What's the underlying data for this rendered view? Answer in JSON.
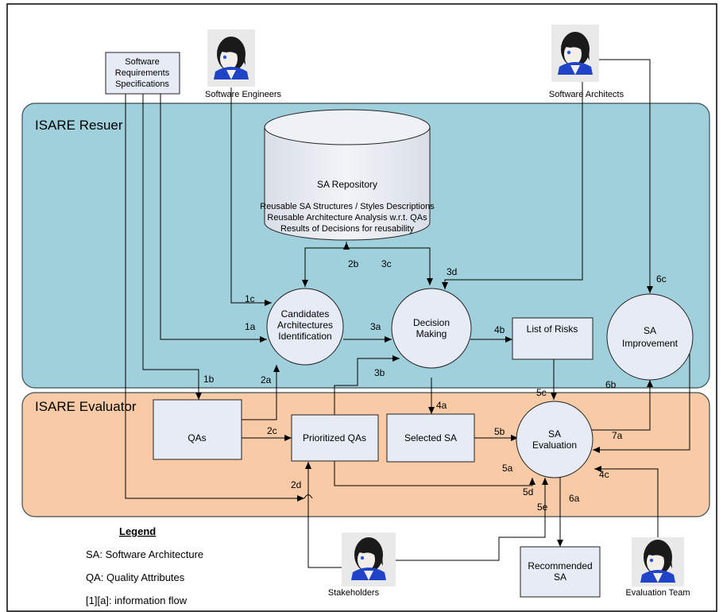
{
  "regions": {
    "reuser": "ISARE Resuer",
    "evaluator": "ISARE Evaluator"
  },
  "actors": {
    "software_engineers": "Software Engineers",
    "software_architects": "Software Architects",
    "stakeholders": "Stakeholders",
    "evaluation_team": "Evaluation Team"
  },
  "nodes": {
    "srs": [
      "Software",
      "Requirements",
      "Specifications"
    ],
    "repository": {
      "title": "SA Repository",
      "lines": [
        "Reusable SA Structures / Styles Descriptions",
        "Reusable Architecture Analysis w.r.t. QAs",
        "Results of Decisions for reusability"
      ]
    },
    "candidates": [
      "Candidates",
      "Architectures",
      "Identification"
    ],
    "decision": [
      "Decision",
      "Making"
    ],
    "risks": "List of Risks",
    "improvement": [
      "SA",
      "Improvement"
    ],
    "qas": "QAs",
    "prioritized": "Prioritized  QAs",
    "selected": "Selected SA",
    "evaluation": [
      "SA",
      "Evaluation"
    ],
    "recommended": [
      "Recommended",
      "SA"
    ]
  },
  "flows": [
    "1a",
    "1b",
    "1c",
    "2a",
    "2b",
    "2c",
    "2d",
    "3a",
    "3b",
    "3c",
    "3d",
    "4a",
    "4b",
    "4c",
    "5a",
    "5b",
    "5c",
    "5d",
    "5e",
    "6a",
    "6b",
    "6c",
    "7a"
  ],
  "legend": {
    "title": "Legend",
    "items": [
      "SA: Software Architecture",
      "QA: Quality Attributes",
      "[1][a]: information flow"
    ]
  },
  "colors": {
    "reuser_bg": "#9fd0dc",
    "evaluator_bg": "#f8cba6",
    "node_fill": "#e6ebf5"
  }
}
